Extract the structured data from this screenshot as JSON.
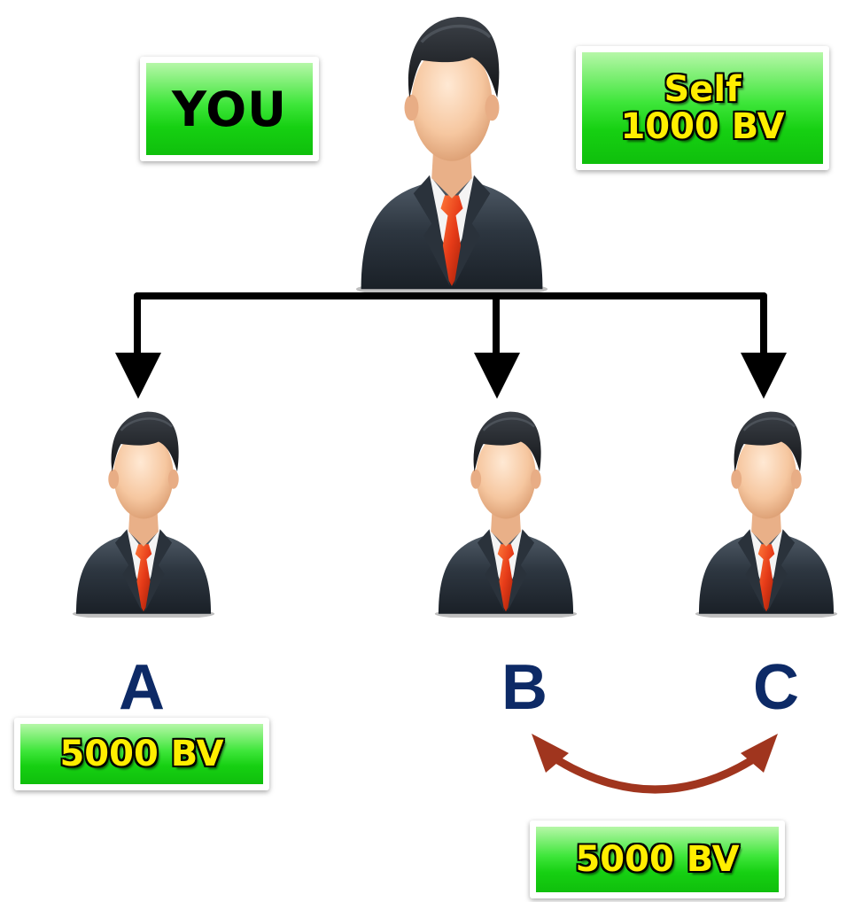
{
  "labels": {
    "you": "YOU",
    "self_line1": "Self",
    "self_line2": "1000 BV",
    "a_bv": "5000 BV",
    "bc_bv": "5000 BV"
  },
  "nodes": {
    "a": "A",
    "b": "B",
    "c": "C"
  },
  "colors": {
    "badge_green": "#16d012",
    "badge_text": "#ffee00",
    "letter_navy": "#0d2a66",
    "arc_red": "#a0351e",
    "connector": "#000000"
  }
}
